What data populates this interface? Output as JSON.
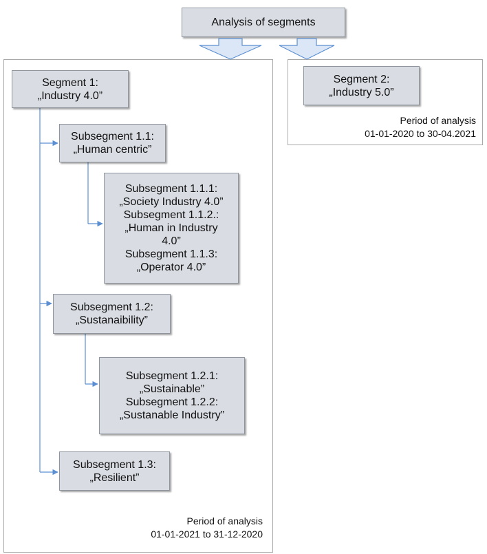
{
  "title": "Analysis of segments",
  "left_panel": {
    "segment": {
      "line1": "Segment 1:",
      "line2": "„Industry 4.0”"
    },
    "sub_1_1": {
      "line1": "Subsegment 1.1:",
      "line2": "„Human centric”"
    },
    "sub_1_1_x": {
      "line1": "Subsegment 1.1.1:",
      "line2": "„Society Industry 4.0”",
      "line3": "Subsegment 1.1.2.:",
      "line4": "„Human in Industry",
      "line5": "4.0”",
      "line6": "Subsegment 1.1.3:",
      "line7": "„Operator 4.0”"
    },
    "sub_1_2": {
      "line1": "Subsegment 1.2:",
      "line2": "„Sustanaibility”"
    },
    "sub_1_2_x": {
      "line1": "Subsegment 1.2.1:",
      "line2": "„Sustainable”",
      "line3": "Subsegment 1.2.2:",
      "line4": "„Sustanable Industry”"
    },
    "sub_1_3": {
      "line1": "Subsegment 1.3:",
      "line2": "„Resilient”"
    },
    "period": {
      "label": "Period of analysis",
      "range": "01-01-2021 to 31-12-2020"
    }
  },
  "right_panel": {
    "segment": {
      "line1": "Segment 2:",
      "line2": "„Industry 5.0”"
    },
    "period": {
      "label": "Period of analysis",
      "range": "01-01-2020 to 30-04.2021"
    }
  },
  "colors": {
    "box_fill": "#d9dde3",
    "box_border": "#8e959d",
    "connector": "#5b8fd1",
    "arrow_fill": "#dbe7f7",
    "frame_border": "#a9a9a9"
  }
}
